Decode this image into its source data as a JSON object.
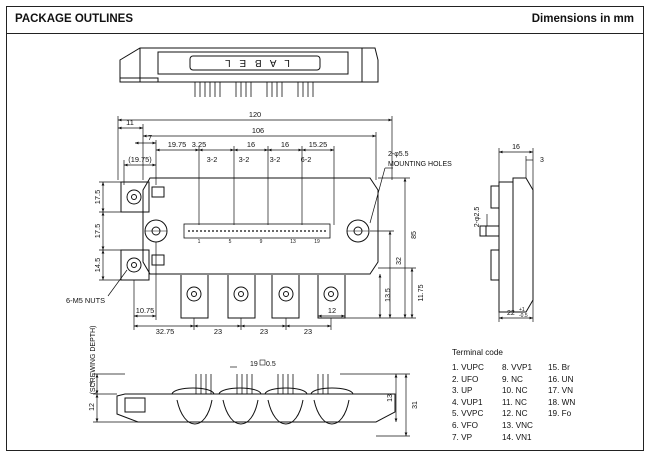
{
  "header": {
    "title": "PACKAGE OUTLINES",
    "units": "Dimensions in mm"
  },
  "label_text": "L A B E L",
  "dims": {
    "top": [
      "120",
      "11",
      "106",
      "7",
      "19.75",
      "3.25",
      "16",
      "16",
      "15.25",
      "(19.75)",
      "3-2",
      "3-2",
      "3-2",
      "6-2"
    ],
    "left": [
      "17.5",
      "17.5",
      "14.5"
    ],
    "right": [
      "2-φ5.5",
      "MOUNTING HOLES",
      "85",
      "32",
      "11.75",
      "13.5"
    ],
    "bottom": [
      "10.75",
      "32.75",
      "23",
      "23",
      "23",
      "12"
    ],
    "nuts": "6-M5 NUTS",
    "side": [
      "16",
      "3",
      "2-φ2.5",
      "22",
      "+1",
      "-0.5"
    ],
    "front": [
      "(SCREWING DEPTH)",
      "7",
      "12",
      "19",
      "0.5",
      "13",
      "31"
    ]
  },
  "pin_numbers": [
    "1",
    "5",
    "9",
    "13",
    "19"
  ],
  "terminal": {
    "title": "Terminal code",
    "columns": [
      [
        "1. VUPC",
        "2. UFO",
        "3. UP",
        "4. VUP1",
        "5. VVPC",
        "6. VFO",
        "7. VP"
      ],
      [
        "8. VVP1",
        "9. NC",
        "10. NC",
        "11. NC",
        "12. NC",
        "13. VNC",
        "14. VN1"
      ],
      [
        "15. Br",
        "16. UN",
        "17. VN",
        "18. WN",
        "19. Fo"
      ]
    ]
  }
}
